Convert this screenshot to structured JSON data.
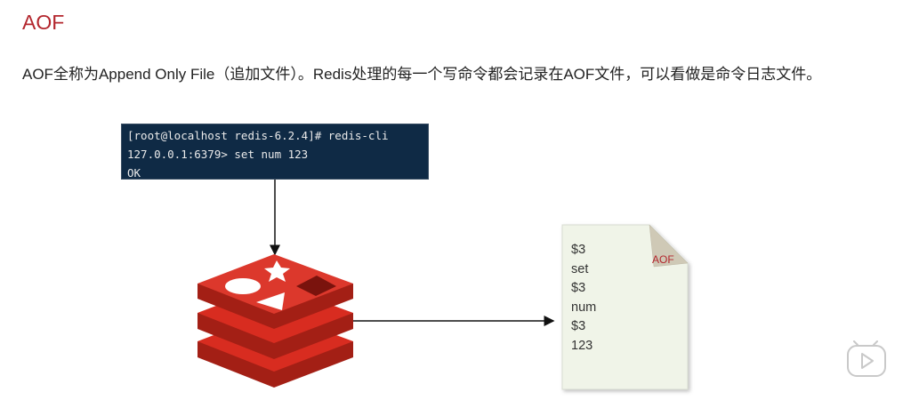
{
  "page": {
    "title": "AOF",
    "description": "AOF全称为Append Only File（追加文件）。Redis处理的每一个写命令都会记录在AOF文件，可以看做是命令日志文件。"
  },
  "terminal": {
    "lines": [
      "[root@localhost redis-6.2.4]# redis-cli",
      "127.0.0.1:6379> set num 123",
      "OK"
    ]
  },
  "aof_file": {
    "label": "AOF",
    "lines": [
      "$3",
      "set",
      "$3",
      "num",
      "$3",
      "123"
    ]
  },
  "icons": {
    "redis_logo": "redis-logo-icon",
    "play_button": "play-button-icon"
  },
  "colors": {
    "title": "#b3262d",
    "terminal_bg": "#0f2a45",
    "redis_red": "#d82c20",
    "doc_bg": "#f0f4e8"
  }
}
